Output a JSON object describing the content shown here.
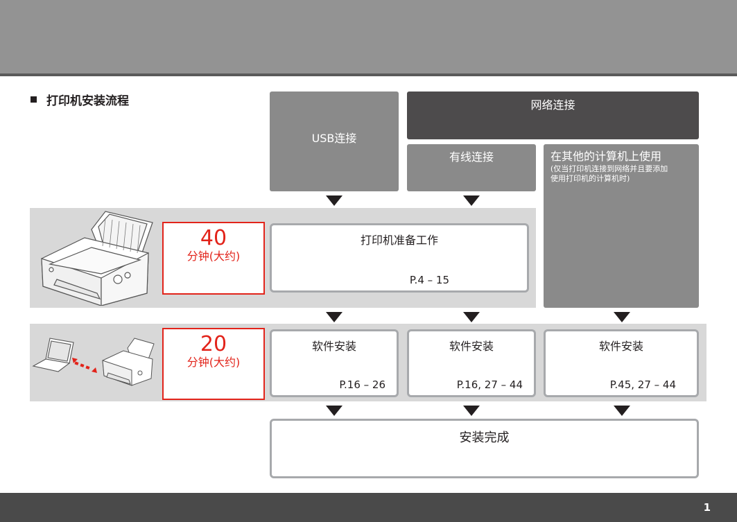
{
  "page": {
    "number": "1"
  },
  "section": {
    "title": "打印机安装流程"
  },
  "columns": {
    "usb": {
      "label": "USB连接"
    },
    "network": {
      "label": "网络连接"
    },
    "wired": {
      "label": "有线连接"
    },
    "other": {
      "label": "在其他的计算机上使用",
      "note_line1": "(仅当打印机连接到网络并且要添加",
      "note_line2": "使用打印机的计算机时)"
    }
  },
  "stage1": {
    "time": "40",
    "unit": "分钟(大约)",
    "step": "打印机准备工作",
    "page_ref": "P.4 – 15"
  },
  "stage2": {
    "time": "20",
    "unit": "分钟(大约)",
    "steps": [
      {
        "title": "软件安装",
        "page_ref": "P.16 – 26"
      },
      {
        "title": "软件安装",
        "page_ref": "P.16, 27 – 44"
      },
      {
        "title": "软件安装",
        "page_ref": "P.45, 27 – 44"
      }
    ]
  },
  "final": {
    "label": "安装完成"
  },
  "colors": {
    "accent_red": "#e2231a",
    "dark_box": "#4d4b4c",
    "gray_box": "#8a8a8a"
  },
  "icons": [
    "printer-illustration",
    "laptop-illustration",
    "connection-arrow-icon",
    "small-printer-illustration"
  ]
}
